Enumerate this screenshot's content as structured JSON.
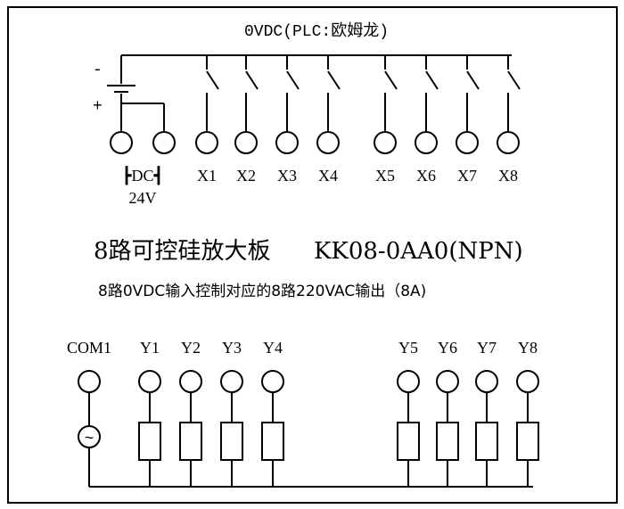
{
  "top_label": "0VDC(PLC:欧姆龙)",
  "battery": {
    "minus": "-",
    "plus": "+"
  },
  "dc_supply": {
    "line1": "┣DC┫",
    "line2": "24V"
  },
  "inputs": [
    {
      "id": "in-1",
      "label": "X1"
    },
    {
      "id": "in-2",
      "label": "X2"
    },
    {
      "id": "in-3",
      "label": "X3"
    },
    {
      "id": "in-4",
      "label": "X4"
    },
    {
      "id": "in-5",
      "label": "X5"
    },
    {
      "id": "in-6",
      "label": "X6"
    },
    {
      "id": "in-7",
      "label": "X7"
    },
    {
      "id": "in-8",
      "label": "X8"
    }
  ],
  "title": {
    "name": "8路可控硅放大板",
    "model": "KK08-0AA0(NPN)"
  },
  "subtitle": "8路0VDC输入控制对应的8路220VAC输出（8A)",
  "common": {
    "label": "COM1",
    "source_symbol": "~"
  },
  "outputs": [
    {
      "id": "out-1",
      "label": "Y1"
    },
    {
      "id": "out-2",
      "label": "Y2"
    },
    {
      "id": "out-3",
      "label": "Y3"
    },
    {
      "id": "out-4",
      "label": "Y4"
    },
    {
      "id": "out-5",
      "label": "Y5"
    },
    {
      "id": "out-6",
      "label": "Y6"
    },
    {
      "id": "out-7",
      "label": "Y7"
    },
    {
      "id": "out-8",
      "label": "Y8"
    }
  ]
}
